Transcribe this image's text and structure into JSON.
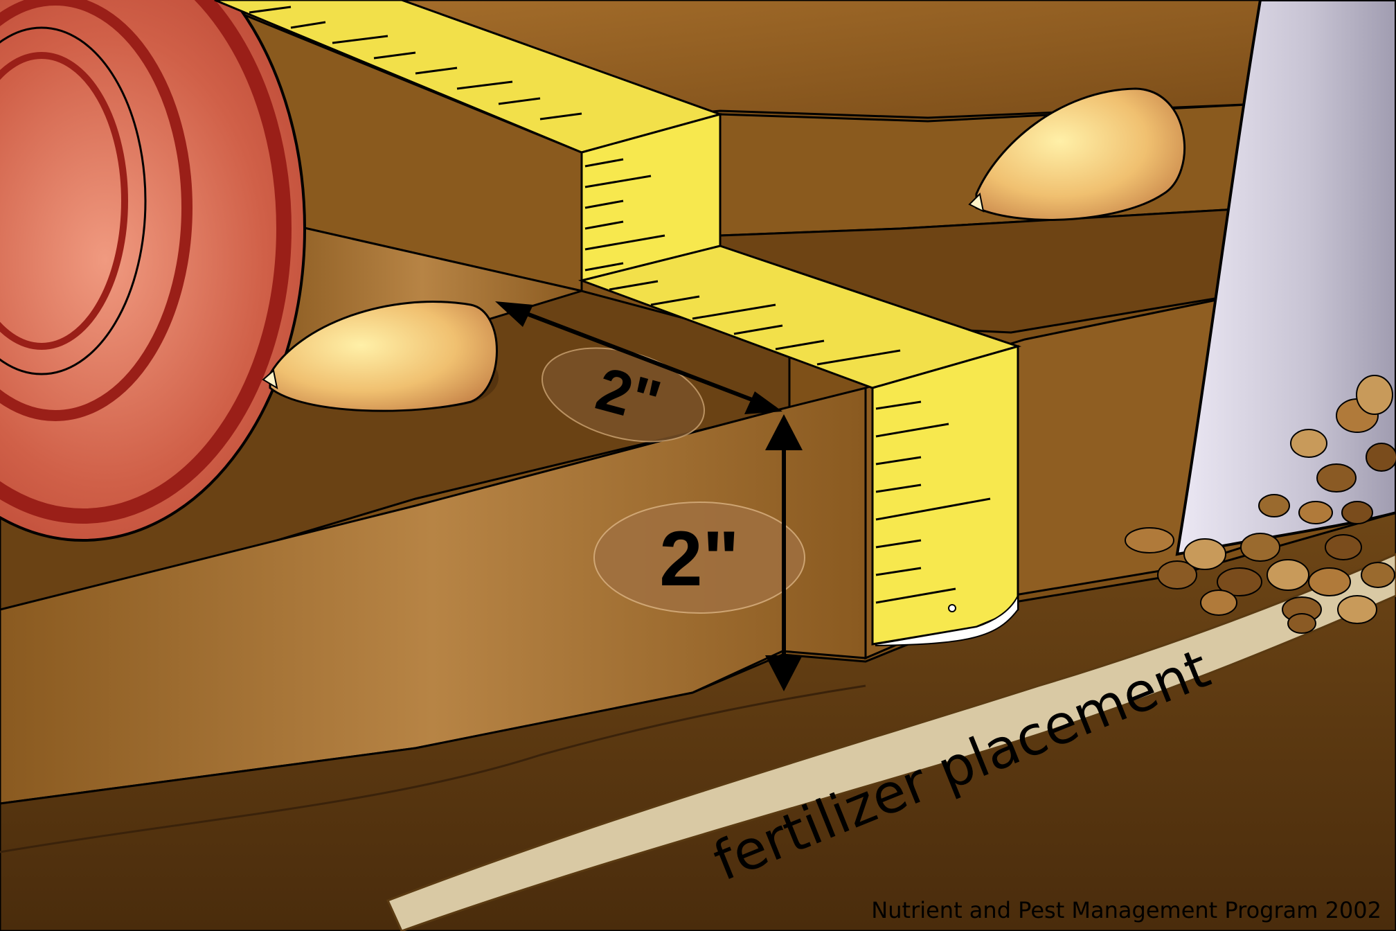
{
  "diagram": {
    "horizontal_dimension": "2\"",
    "vertical_dimension": "2\"",
    "band_label": "fertilizer placement",
    "credit": "Nutrient and Pest Management Program 2002"
  },
  "colors": {
    "soil_light": "#9c6a2c",
    "soil_mid": "#8a5a1e",
    "soil_dark": "#5e3a12",
    "tape": "#f2e04a",
    "disc": "#c8553f",
    "disc_ring": "#9a1f18",
    "seed": "#f0c070",
    "band": "#d9c9a4",
    "arrow": "#000000"
  },
  "icons": [
    "disc-opener",
    "seed",
    "measuring-tape",
    "fertilizer-knife",
    "fertilizer-granules"
  ]
}
